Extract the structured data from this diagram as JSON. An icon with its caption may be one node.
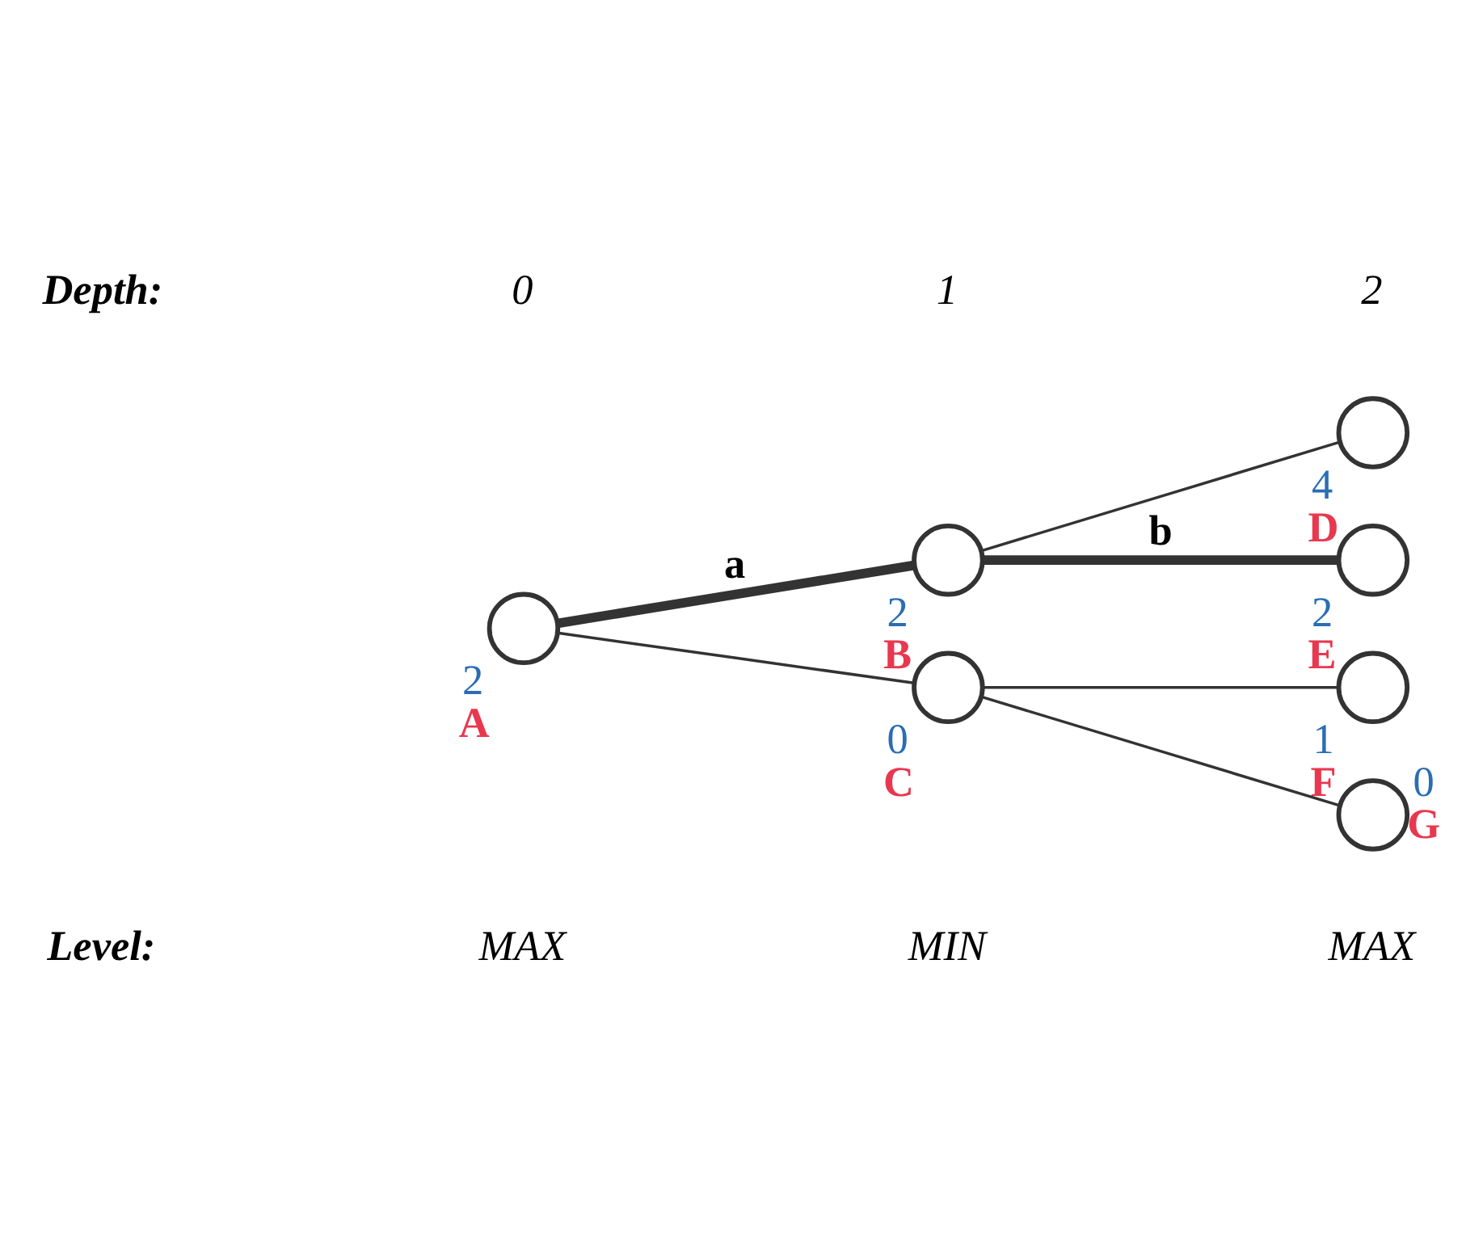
{
  "diagram": {
    "nodes": [
      {
        "text": [],
        "shape": "circle",
        "beside": [
          "2",
          "A"
        ]
      },
      {
        "text": [],
        "shape": "circle",
        "beside": [
          "2",
          "B"
        ]
      },
      {
        "text": [],
        "shape": "circle",
        "beside": [
          "0",
          "C"
        ]
      },
      {
        "text": [],
        "shape": "circle",
        "beside": [
          "4",
          "D"
        ]
      },
      {
        "text": [],
        "shape": "circle",
        "beside": [
          "2",
          "E"
        ]
      },
      {
        "text": [],
        "shape": "circle",
        "beside": [
          "1",
          "F"
        ]
      },
      {
        "text": [],
        "shape": "circle",
        "beside": [
          "0",
          "G"
        ]
      }
    ],
    "edges": [
      {
        "from": 0,
        "to": 1,
        "arrow": "none",
        "label": "a",
        "style": "thick"
      },
      {
        "from": 1,
        "to": 3,
        "arrow": "none"
      },
      {
        "from": 1,
        "to": 4,
        "arrow": "none",
        "label": "b",
        "style": "thick"
      },
      {
        "from": 0,
        "to": 2,
        "arrow": "none"
      },
      {
        "from": 2,
        "to": 5,
        "arrow": "none"
      },
      {
        "from": 2,
        "to": 6,
        "arrow": "none"
      }
    ],
    "labels": [
      "Level:",
      "MAX",
      "MIN",
      "MAX",
      "Depth:",
      "0",
      "1",
      "2"
    ]
  }
}
